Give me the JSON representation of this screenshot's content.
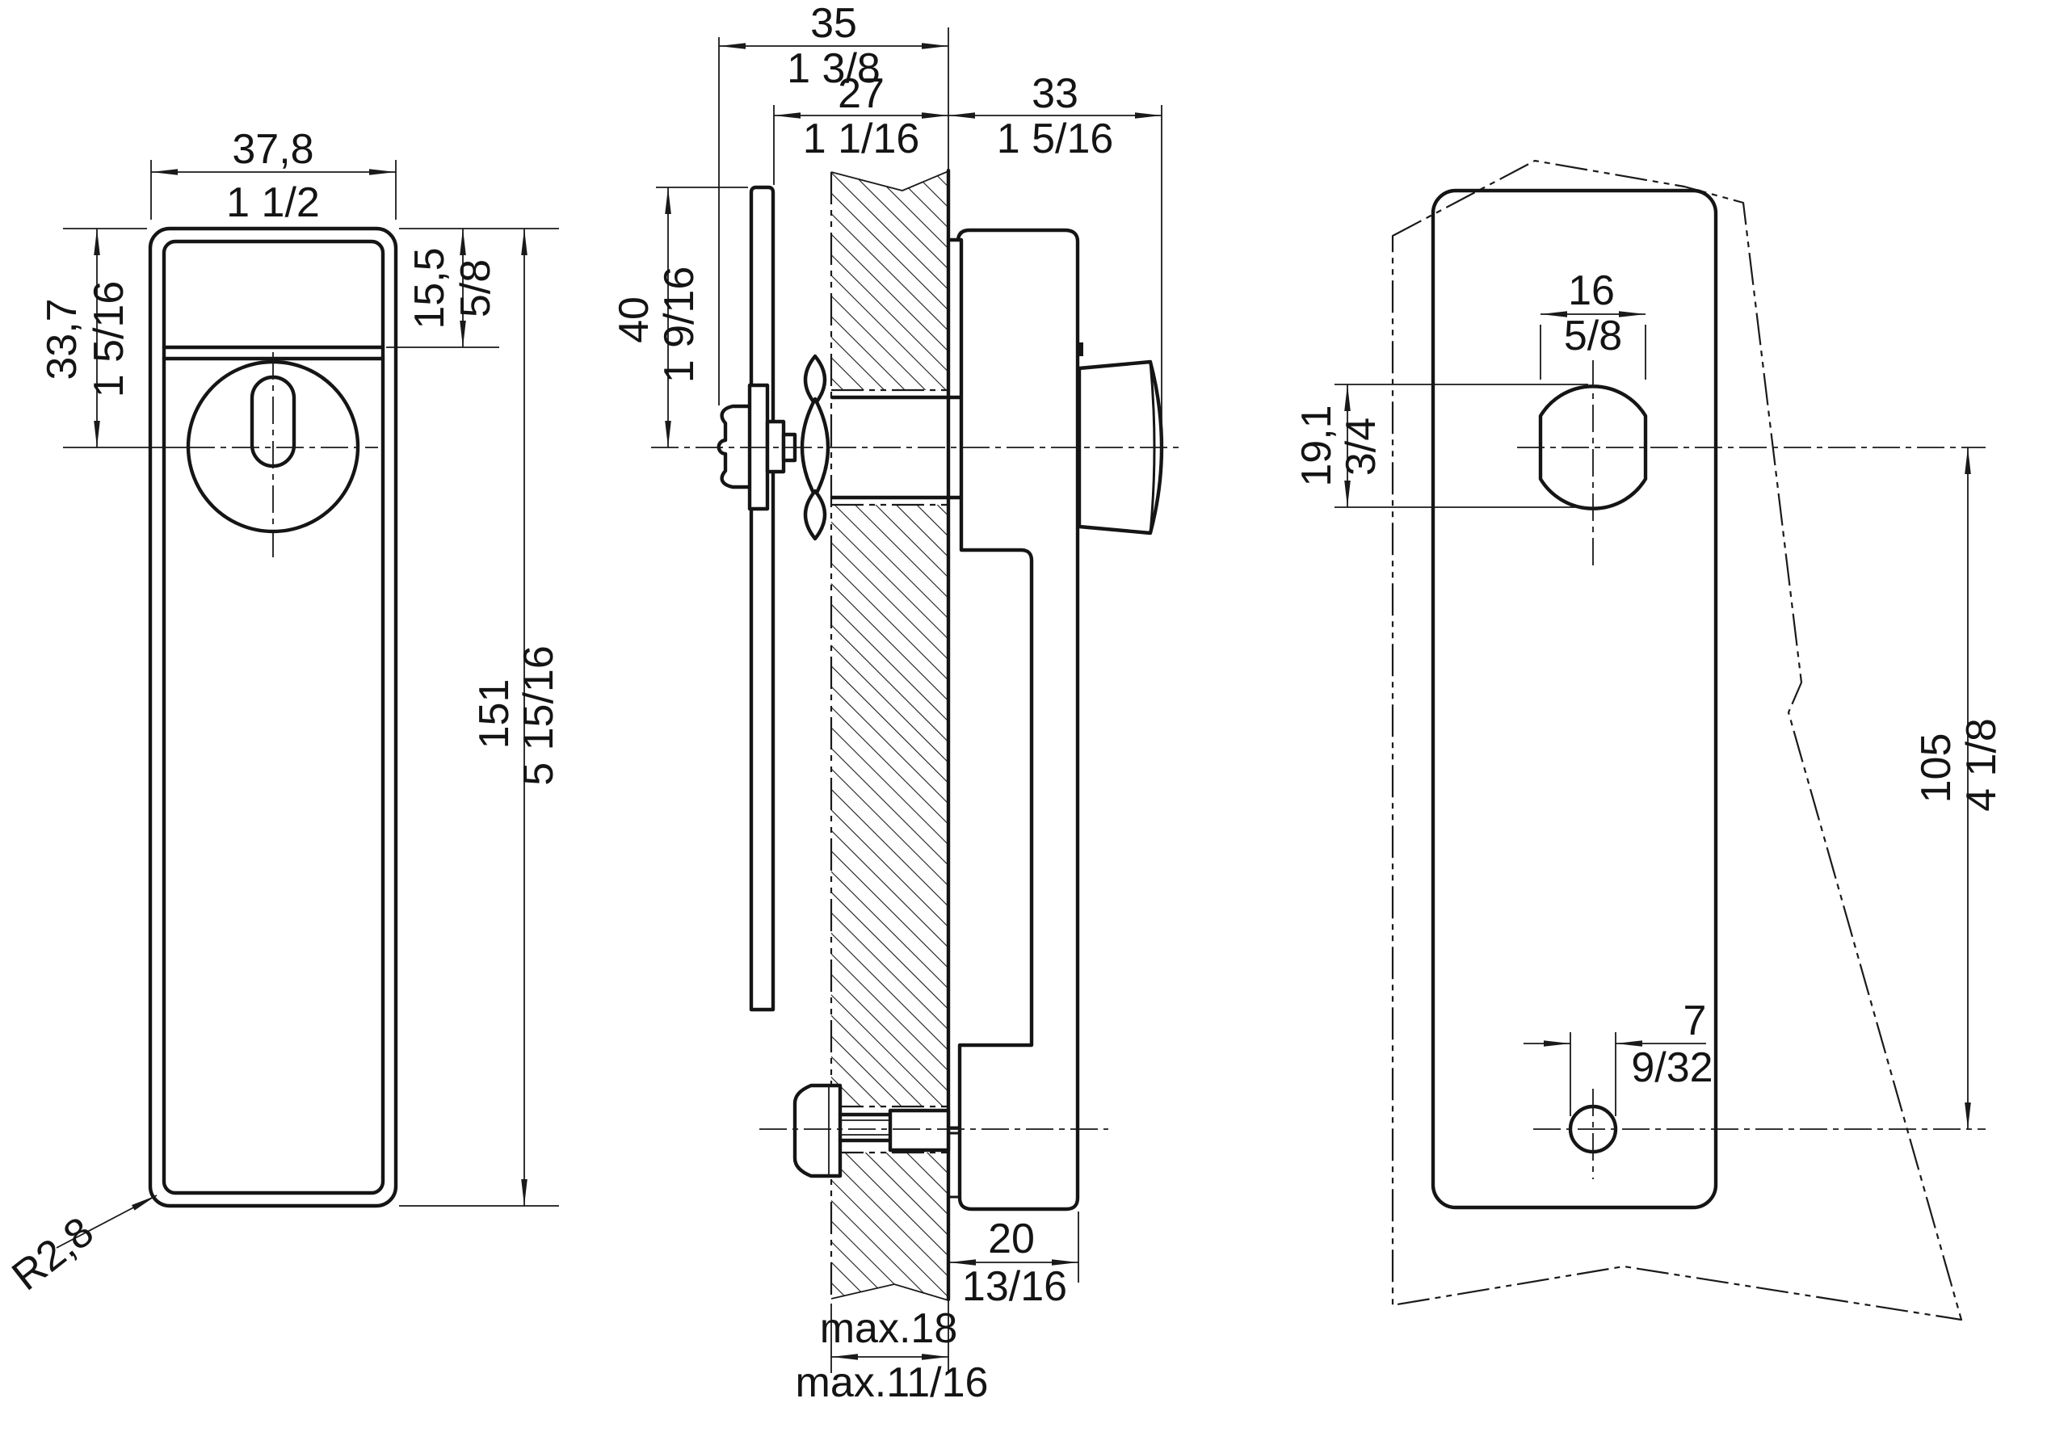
{
  "drawing": {
    "units": {
      "primary": "mm",
      "secondary": "inch"
    },
    "colors": {
      "line": "#151515",
      "background": "#ffffff"
    },
    "views": {
      "front": {
        "title": "front-view-of-handle-plate",
        "dims": {
          "width": {
            "mm": "37,8",
            "in": "1 1/2"
          },
          "top_to_center": {
            "mm": "33,7",
            "in": "1 5/16"
          },
          "head_height": {
            "mm": "15,5",
            "in": "5/8"
          },
          "total_height": {
            "mm": "151",
            "in": "5 15/16"
          },
          "corner_radius": {
            "label": "R2,8"
          }
        }
      },
      "section": {
        "title": "side-section-through-door",
        "dims": {
          "depth_total": {
            "mm": "35",
            "in": "1 3/8"
          },
          "depth_front": {
            "mm": "27",
            "in": "1 1/16"
          },
          "depth_rear": {
            "mm": "33",
            "in": "1 5/16"
          },
          "cutout_top_to_center": {
            "mm": "40",
            "in": "1 9/16"
          },
          "rear_offset": {
            "mm": "20",
            "in": "13/16"
          },
          "door_thickness": {
            "mm": "max.18",
            "in": "max.11/16"
          }
        }
      },
      "mounting": {
        "title": "mounting-hole-pattern",
        "dims": {
          "spindle_hole_width": {
            "mm": "16",
            "in": "5/8"
          },
          "spindle_hole_height": {
            "mm": "19,1",
            "in": "3/4"
          },
          "hole_distance": {
            "mm": "105",
            "in": "4 1/8"
          },
          "screw_hole_diameter": {
            "mm": "7",
            "in": "9/32"
          }
        }
      }
    }
  }
}
